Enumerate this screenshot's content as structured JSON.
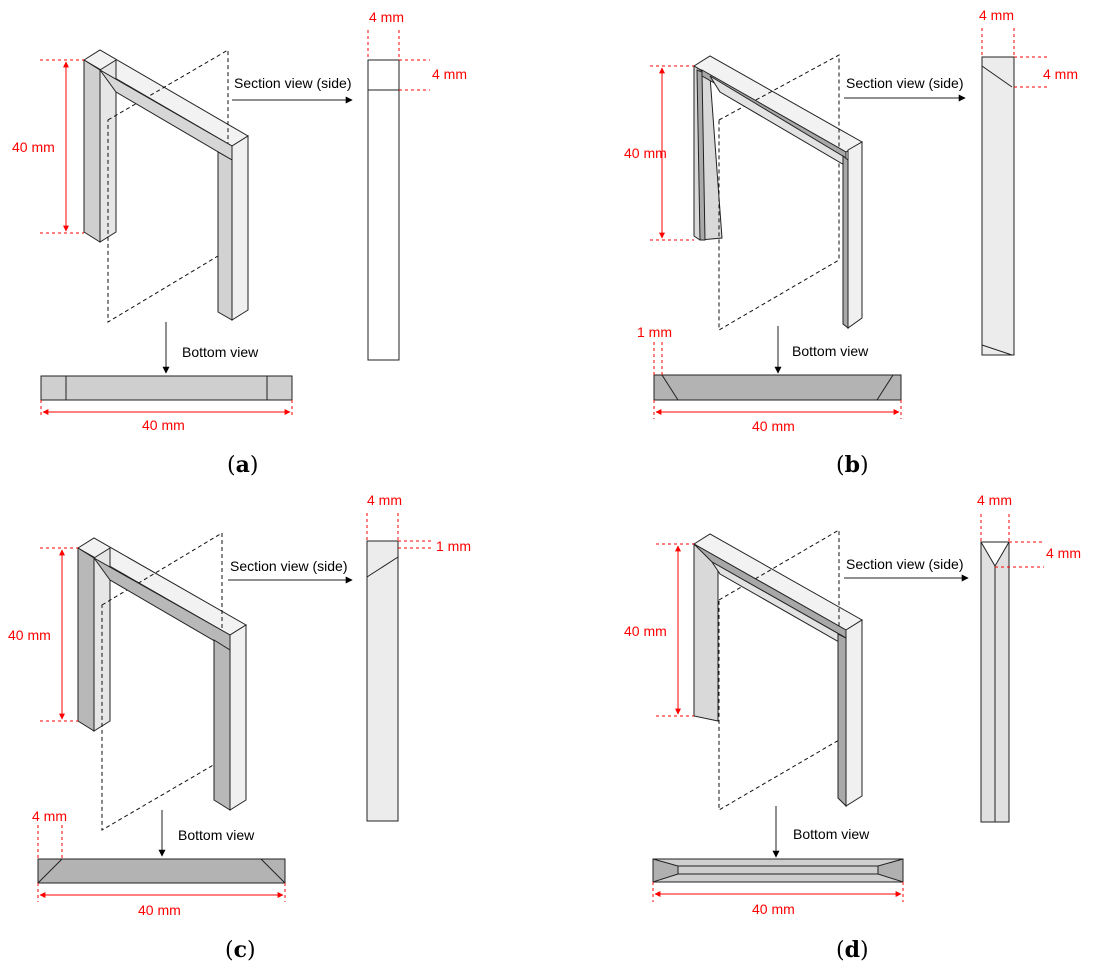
{
  "panels": {
    "a": {
      "caption_letter": "a",
      "height_label": "40 mm",
      "section_label": "Section view (side)",
      "section_width_label": "4 mm",
      "section_height_label": "4 mm",
      "bottom_label": "Bottom view",
      "bottom_width_label": "40 mm"
    },
    "b": {
      "caption_letter": "b",
      "height_label": "40 mm",
      "section_label": "Section view (side)",
      "section_width_label": "4 mm",
      "section_height_label": "4 mm",
      "bottom_label": "Bottom view",
      "bottom_width_label": "40 mm",
      "bottom_offset_label": "1 mm"
    },
    "c": {
      "caption_letter": "c",
      "height_label": "40 mm",
      "section_label": "Section view (side)",
      "section_width_label": "4 mm",
      "section_height_label": "1 mm",
      "bottom_label": "Bottom view",
      "bottom_width_label": "40 mm",
      "bottom_offset_label": "4 mm"
    },
    "d": {
      "caption_letter": "d",
      "height_label": "40 mm",
      "section_label": "Section view (side)",
      "section_width_label": "4 mm",
      "section_height_label": "4 mm",
      "bottom_label": "Bottom view",
      "bottom_width_label": "40 mm"
    }
  },
  "colors": {
    "dimension": "#ff0000",
    "frame_light": "#e8e8e8",
    "frame_mid": "#cfcfcf",
    "frame_dark": "#b3b3b3",
    "plane": "#eeeeee"
  }
}
